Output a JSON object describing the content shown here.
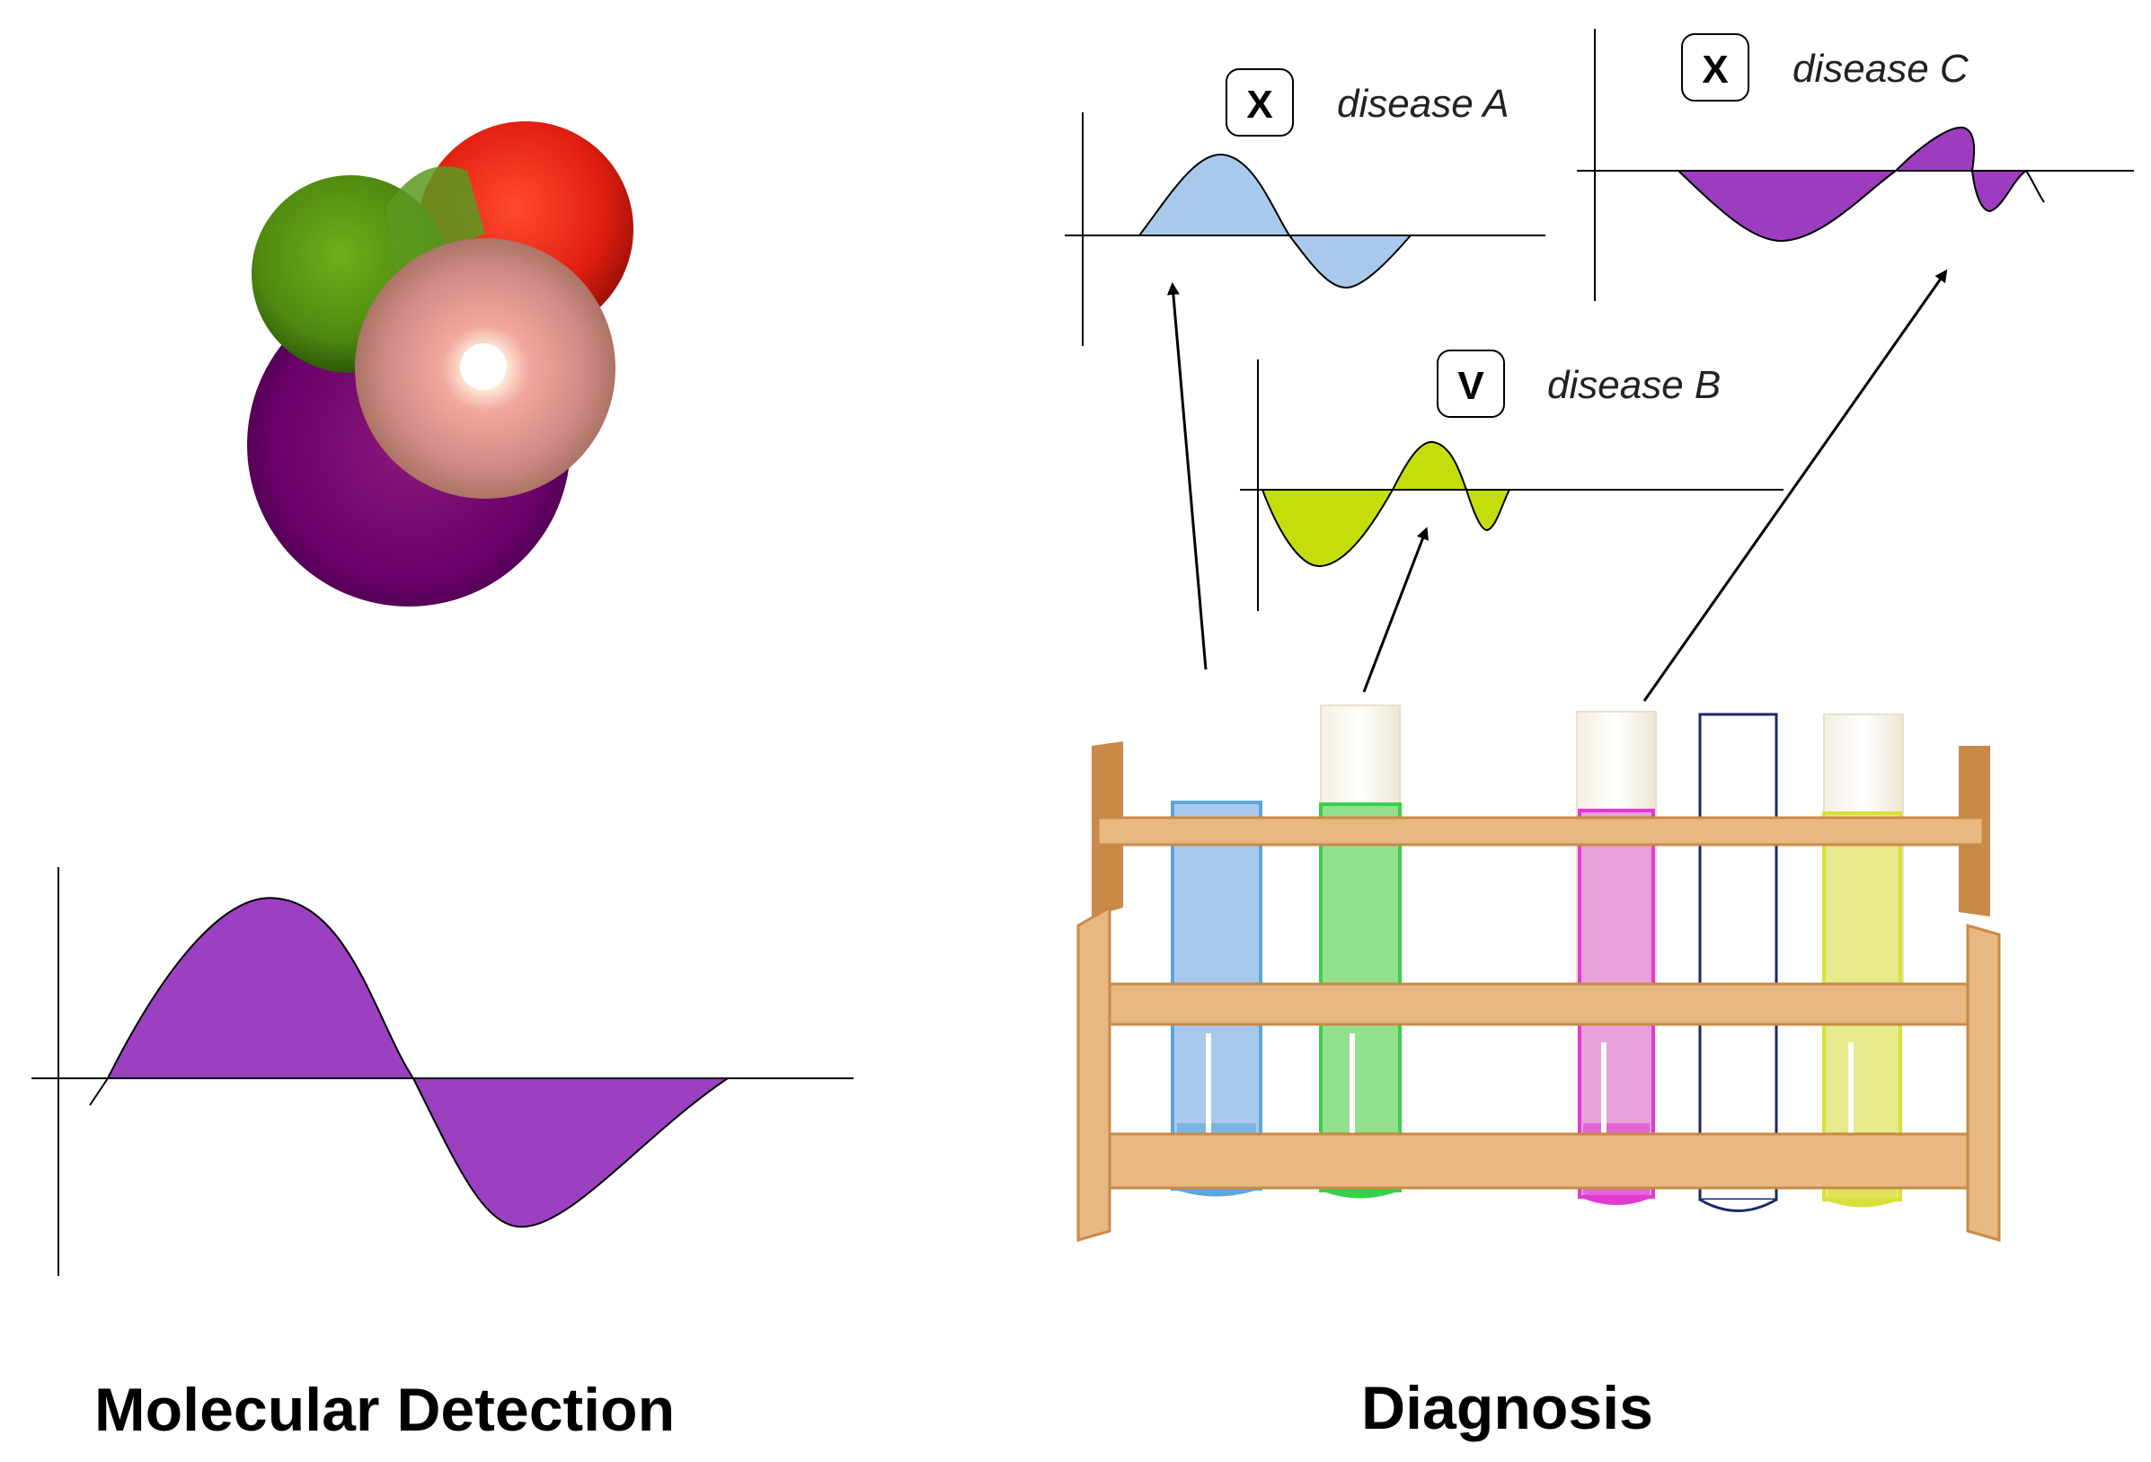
{
  "captions": {
    "left": "Molecular Detection",
    "right": "Diagnosis"
  },
  "diseases": [
    {
      "id": "a",
      "label": "disease A",
      "mark": "X",
      "color": "#a9c9ec"
    },
    {
      "id": "b",
      "label": "disease B",
      "mark": "V",
      "color": "#c3de0a"
    },
    {
      "id": "c",
      "label": "disease C",
      "mark": "X",
      "color": "#9b3dbe"
    }
  ],
  "colors": {
    "main_spectrum": "#9b40c0",
    "rack_wood": "#e8b882",
    "rack_shadow": "#c98a48",
    "tube_blue": "#5aa7dc",
    "tube_green": "#38d04a",
    "tube_magenta": "#e23ad2",
    "tube_yellow": "#d8e03a",
    "molecule_red": "#e01e10",
    "molecule_green": "#4f8a10",
    "molecule_purple": "#6a006a"
  }
}
